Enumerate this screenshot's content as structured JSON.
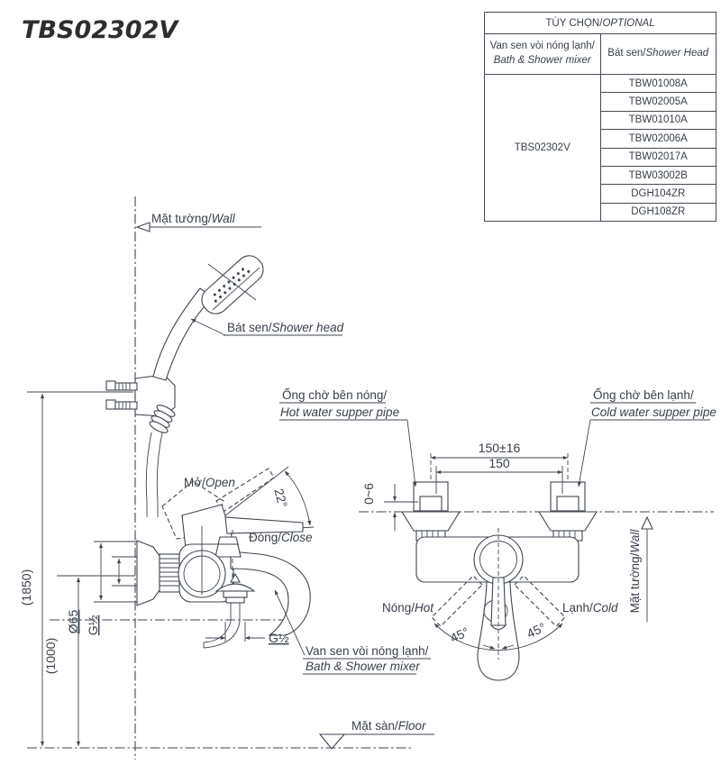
{
  "title": "TBS02302V",
  "table": {
    "header_vn": "TÙY CHỌN/",
    "header_en": "OPTIONAL",
    "col_mixer_vn": "Van sen vòi nóng lạnh/",
    "col_mixer_en": "Bath & Shower mixer",
    "col_shower_vn": "Bát sen/",
    "col_shower_en": "Shower Head",
    "mixer_code": "TBS02302V",
    "shower_heads": [
      "TBW01008A",
      "TBW02005A",
      "TBW01010A",
      "TBW02006A",
      "TBW02017A",
      "TBW03002B",
      "DGH104ZR",
      "DGH108ZR"
    ]
  },
  "drawing": {
    "labels": {
      "wall_left_vn": "Mặt tường/",
      "wall_left_en": "Wall",
      "shower_head_vn": "Bát sen/",
      "shower_head_en": "Shower head",
      "hot_pipe_vn": "Ống chờ bên nóng/",
      "hot_pipe_en": "Hot water supper pipe",
      "cold_pipe_vn": "Ống chờ bên lạnh/",
      "cold_pipe_en": "Cold water supper pipe",
      "open_vn": "Mở/",
      "open_en": "Open",
      "close_vn": "Đóng/",
      "close_en": "Close",
      "hot_vn": "Nóng/",
      "hot_en": "Hot",
      "cold_vn": "Lạnh/",
      "cold_en": "Cold",
      "mixer_vn": "Van sen vòi nóng lạnh/",
      "mixer_en": "Bath & Shower mixer",
      "floor_vn": "Mặt sàn/",
      "floor_en": "Floor",
      "wall_right_vn": "Mặt tường/",
      "wall_right_en": "Wall"
    },
    "dimensions": {
      "span_tol": "150±16",
      "span": "150",
      "protrusion": "0~6",
      "height_shower": "(1850)",
      "height_mixer": "(1000)",
      "escutcheon_dia": "Ø65",
      "thread_left": "G½",
      "thread_right": "G½",
      "open_angle": "22°",
      "swing_left": "45°",
      "swing_right": "45°"
    },
    "line_color": "#3f4650"
  }
}
